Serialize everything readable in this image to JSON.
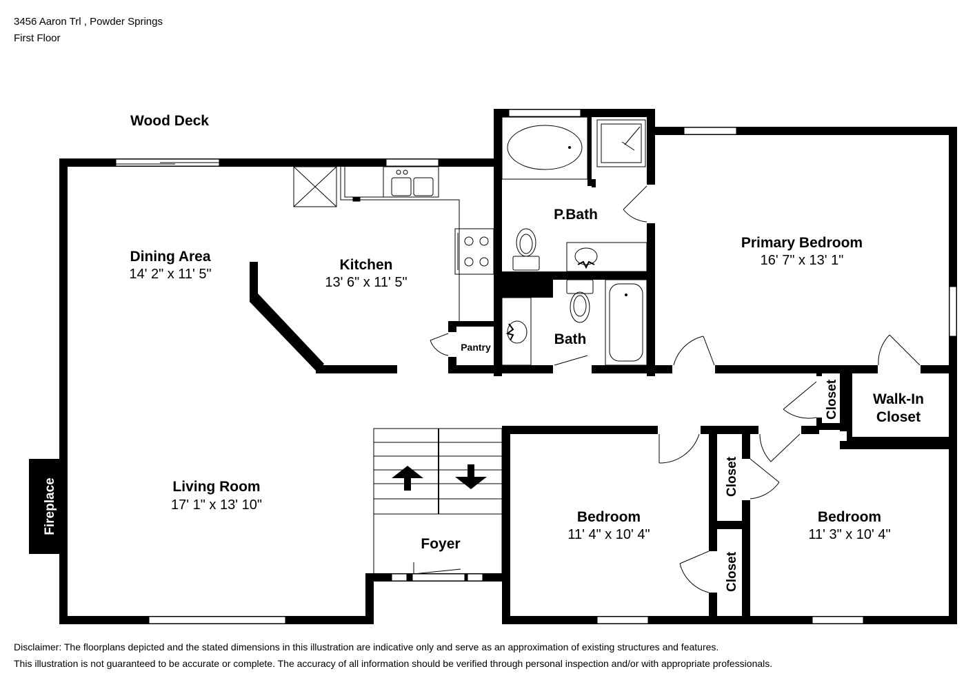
{
  "header": {
    "address": "3456 Aaron Trl , Powder Springs",
    "floor": "First Floor"
  },
  "rooms": {
    "wood_deck": "Wood Deck",
    "dining": {
      "name": "Dining Area",
      "dims": "14' 2\" x 11' 5\""
    },
    "kitchen": {
      "name": "Kitchen",
      "dims": "13' 6\" x 11' 5\""
    },
    "pbath": "P.Bath",
    "bath": "Bath",
    "pantry": "Pantry",
    "primary": {
      "name": "Primary Bedroom",
      "dims": "16' 7\" x 13' 1\""
    },
    "walkin_line1": "Walk-In",
    "walkin_line2": "Closet",
    "closet": "Closet",
    "living": {
      "name": "Living Room",
      "dims": "17' 1\" x 13' 10\""
    },
    "foyer": "Foyer",
    "bedroom_left": {
      "name": "Bedroom",
      "dims": "11' 4\" x 10' 4\""
    },
    "bedroom_right": {
      "name": "Bedroom",
      "dims": "11' 3\" x 10' 4\""
    },
    "fireplace": "Fireplace"
  },
  "disclaimer": {
    "line1": "Disclaimer: The floorplans depicted and the stated dimensions in this illustration are indicative only and serve as an approximation of existing structures and features.",
    "line2": "This illustration is not guaranteed to be accurate or complete. The accuracy of all information should be verified through personal inspection and/or with appropriate professionals."
  }
}
